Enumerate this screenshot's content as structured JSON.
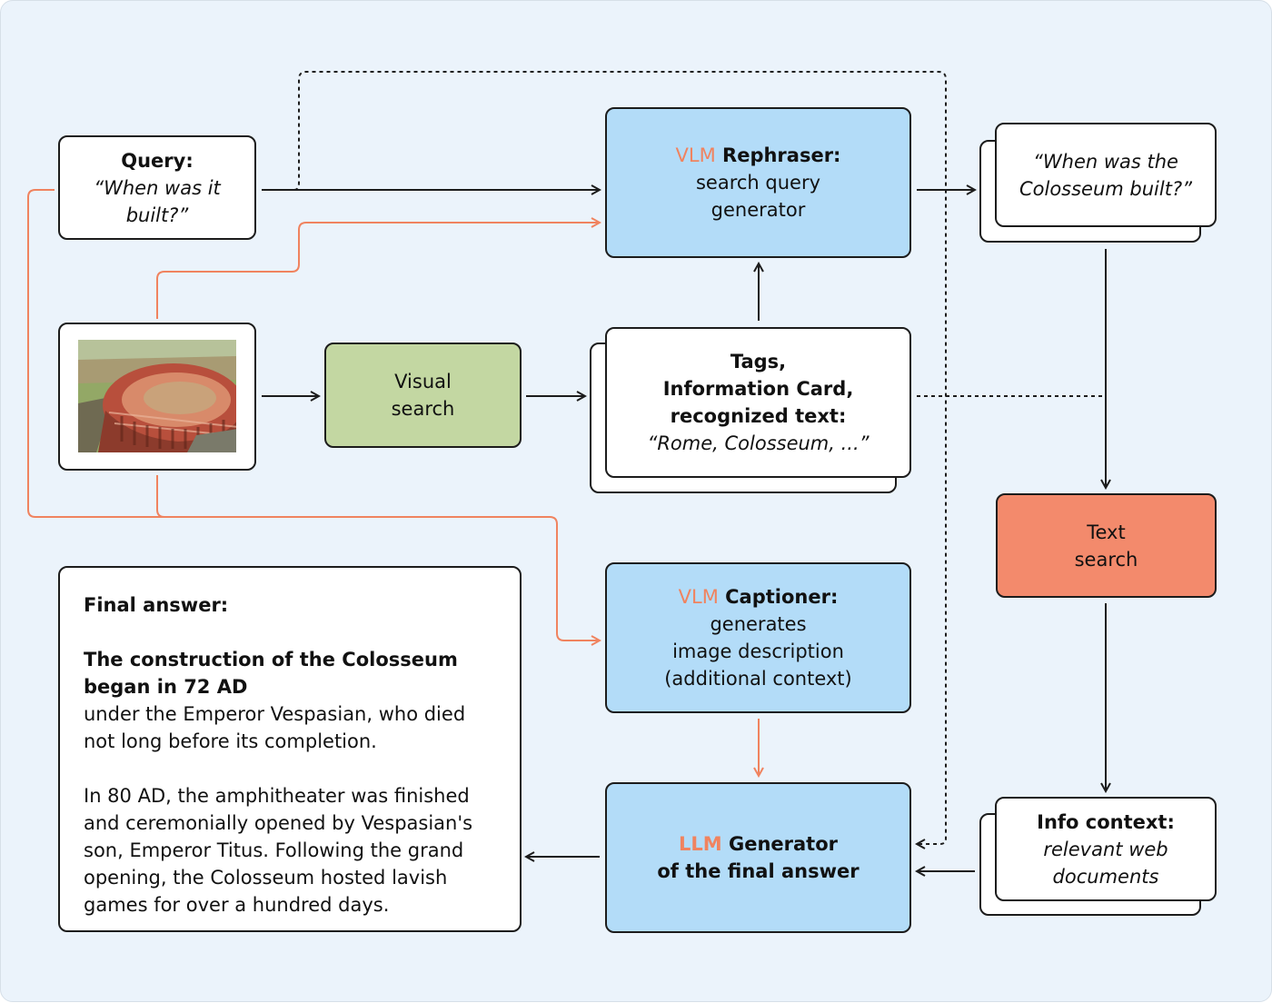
{
  "query": {
    "label": "Query:",
    "text_l1": "“When was it",
    "text_l2": "built?”"
  },
  "rephraser": {
    "accent": "VLM",
    "title": " Rephraser:",
    "l1": "search query",
    "l2": "generator"
  },
  "rephrased_query": {
    "l1": "“When was the",
    "l2": "Colosseum built?”"
  },
  "image": {
    "icon": "colosseum-photo"
  },
  "visual_search": {
    "l1": "Visual",
    "l2": "search"
  },
  "tags": {
    "l1": "Tags,",
    "l2": "Information Card,",
    "l3": "recognized text:",
    "l4": "“Rome, Colosseum, ...”"
  },
  "text_search": {
    "l1": "Text",
    "l2": "search"
  },
  "captioner": {
    "accent": "VLM",
    "title": " Captioner:",
    "l1": "generates",
    "l2": "image description",
    "l3": "(additional context)"
  },
  "generator": {
    "accent": "LLM",
    "title": " Generator",
    "l2": "of the final answer"
  },
  "info_context": {
    "title": "Info context:",
    "l1": "relevant web",
    "l2": "documents"
  },
  "final_answer": {
    "title": "Final answer:",
    "bold_l1": "The construction of the Colosseum",
    "bold_l2": "began in 72 AD",
    "p1_l1": "under the Emperor Vespasian, who died",
    "p1_l2": "not long before its completion.",
    "p2_l1": "In 80 AD, the amphitheater was finished",
    "p2_l2": "and ceremonially opened by Vespasian's",
    "p2_l3": "son, Emperor Titus. Following the grand",
    "p2_l4": "opening, the Colosseum hosted lavish",
    "p2_l5": "games for over a hundred days."
  },
  "colors": {
    "accent": "#f0835f",
    "blue": "#b3dcf8",
    "green": "#c3d7a2",
    "red": "#f38a6c",
    "background": "#ebf3fb"
  }
}
